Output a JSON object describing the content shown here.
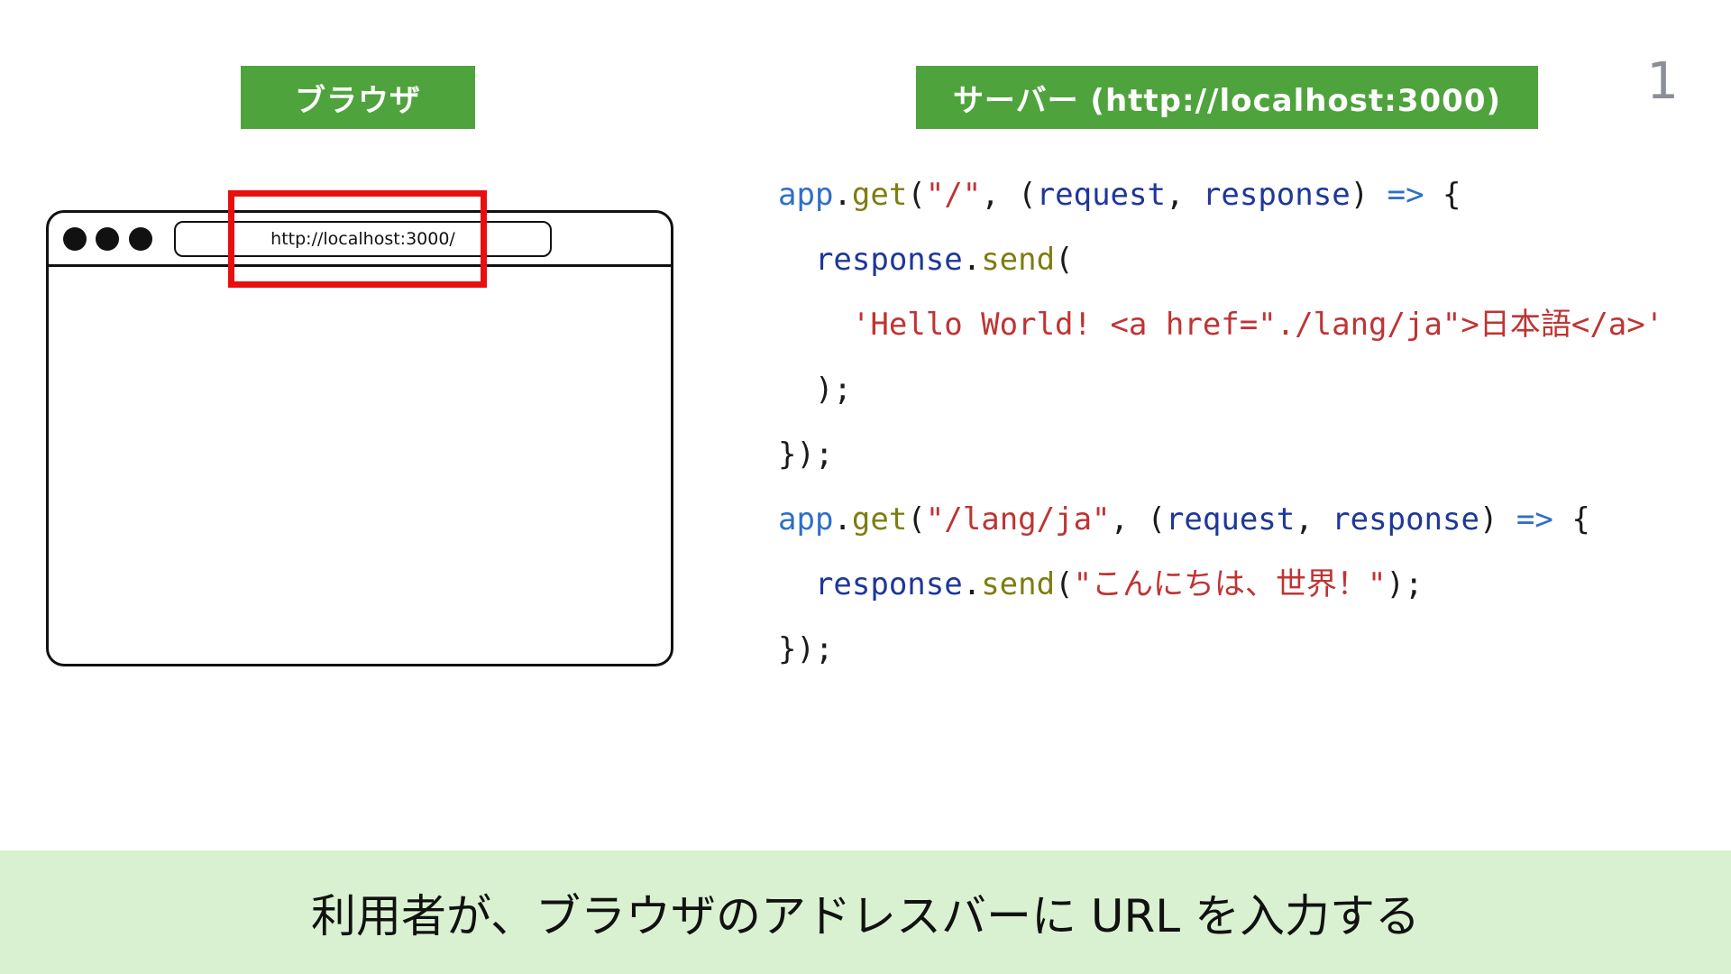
{
  "slide": {
    "page_number": "1",
    "caption": "利用者が、ブラウザのアドレスバーに URL を入力する"
  },
  "labels": {
    "browser": "ブラウザ",
    "server": "サーバー (http://localhost:3000)"
  },
  "browser_window": {
    "address_bar_url": "http://localhost:3000/"
  },
  "colors": {
    "label_green": "#4fa33d",
    "banner_green": "#d9f1d0",
    "highlight_red": "#e8100f",
    "page_number_gray": "#8a8f98",
    "code": {
      "plain": "#1a1a1a",
      "blue": "#2e6fc9",
      "func": "#7d7d12",
      "string": "#bf3434",
      "param": "#1e3799"
    }
  },
  "code": {
    "lines": [
      [
        [
          "app",
          "blue"
        ],
        [
          ".",
          "plain"
        ],
        [
          "get",
          "func"
        ],
        [
          "(",
          "plain"
        ],
        [
          "\"/\"",
          "string"
        ],
        [
          ", (",
          "plain"
        ],
        [
          "request",
          "param"
        ],
        [
          ", ",
          "plain"
        ],
        [
          "response",
          "param"
        ],
        [
          ") ",
          "plain"
        ],
        [
          "=>",
          "blue"
        ],
        [
          " {",
          "plain"
        ]
      ],
      [
        [
          "  ",
          "plain"
        ],
        [
          "response",
          "param"
        ],
        [
          ".",
          "plain"
        ],
        [
          "send",
          "func"
        ],
        [
          "(",
          "plain"
        ]
      ],
      [
        [
          "    ",
          "plain"
        ],
        [
          "'Hello World! <a href=\"./lang/ja\">日本語</a>'",
          "string"
        ]
      ],
      [
        [
          "  );",
          "plain"
        ]
      ],
      [
        [
          "});",
          "plain"
        ]
      ],
      [
        [
          "app",
          "blue"
        ],
        [
          ".",
          "plain"
        ],
        [
          "get",
          "func"
        ],
        [
          "(",
          "plain"
        ],
        [
          "\"/lang/ja\"",
          "string"
        ],
        [
          ", (",
          "plain"
        ],
        [
          "request",
          "param"
        ],
        [
          ", ",
          "plain"
        ],
        [
          "response",
          "param"
        ],
        [
          ") ",
          "plain"
        ],
        [
          "=>",
          "blue"
        ],
        [
          " {",
          "plain"
        ]
      ],
      [
        [
          "  ",
          "plain"
        ],
        [
          "response",
          "param"
        ],
        [
          ".",
          "plain"
        ],
        [
          "send",
          "func"
        ],
        [
          "(",
          "plain"
        ],
        [
          "\"こんにちは、世界！\"",
          "string"
        ],
        [
          ");",
          "plain"
        ]
      ],
      [
        [
          "});",
          "plain"
        ]
      ]
    ]
  }
}
